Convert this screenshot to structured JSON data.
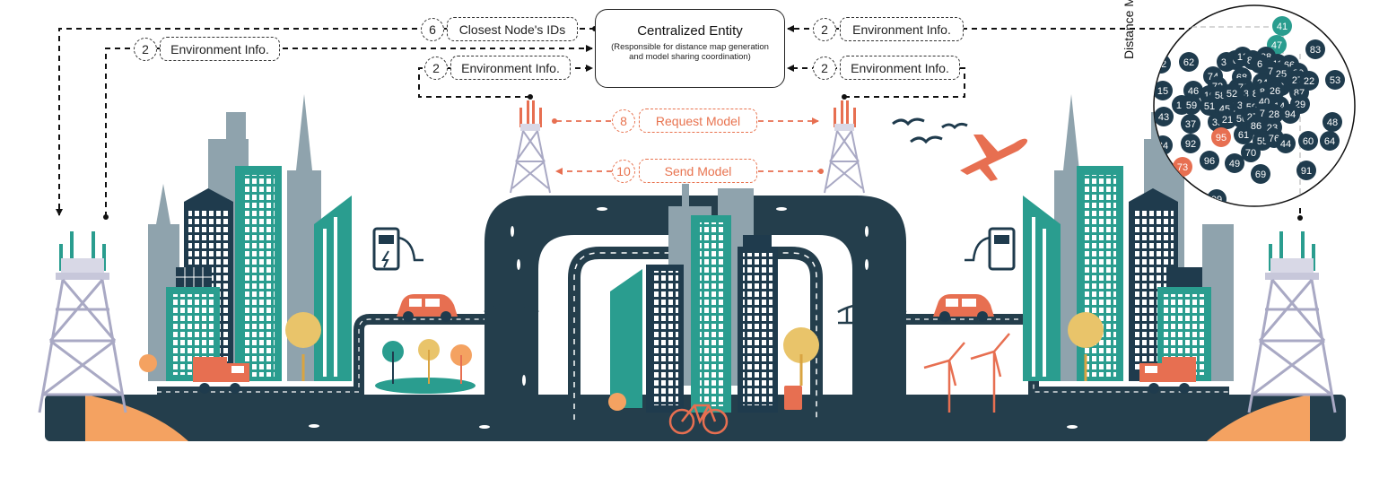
{
  "central": {
    "title": "Centralized Entity",
    "subtitle": "(Responsible for distance map generation and model sharing coordination)"
  },
  "links": {
    "closest_ids": {
      "num": "6",
      "label": "Closest Node's IDs"
    },
    "env_left_outer": {
      "num": "2",
      "label": "Environment Info."
    },
    "env_left_inner": {
      "num": "2",
      "label": "Environment Info."
    },
    "env_right_top": {
      "num": "2",
      "label": "Environment Info."
    },
    "env_right_inner": {
      "num": "2",
      "label": "Environment Info."
    },
    "request_model": {
      "num": "8",
      "label": "Request Model"
    },
    "send_model": {
      "num": "10",
      "label": "Send Model"
    }
  },
  "distance_map": {
    "title": "Distance Map",
    "nodes": [
      "41",
      "47",
      "83",
      "12",
      "62",
      "31",
      "0",
      "13",
      "84",
      "88",
      "6",
      "11",
      "66",
      "74",
      "68",
      "7",
      "25",
      "30",
      "72",
      "1",
      "78",
      "24",
      "0",
      "8",
      "27",
      "22",
      "15",
      "46",
      "19",
      "58",
      "52",
      "32",
      "88",
      "89",
      "26",
      "87",
      "10",
      "59",
      "51",
      "45",
      "39",
      "50",
      "40",
      "14",
      "29",
      "43",
      "37",
      "35",
      "21",
      "56",
      "27",
      "79",
      "28",
      "94",
      "48",
      "95",
      "61",
      "86",
      "23",
      "34",
      "92",
      "55",
      "76",
      "44",
      "60",
      "64",
      "73",
      "96",
      "49",
      "70",
      "91",
      "69",
      "99",
      "53",
      "28"
    ],
    "highlight_teal": [
      "41",
      "47"
    ],
    "highlight_orange": [
      "95",
      "73"
    ]
  },
  "colors": {
    "navy": "#1f3b4d",
    "teal": "#2a9d8f",
    "coral": "#e76f51",
    "grey": "#8fa3ad",
    "sand": "#f4a261",
    "mustard": "#e9c46a"
  }
}
